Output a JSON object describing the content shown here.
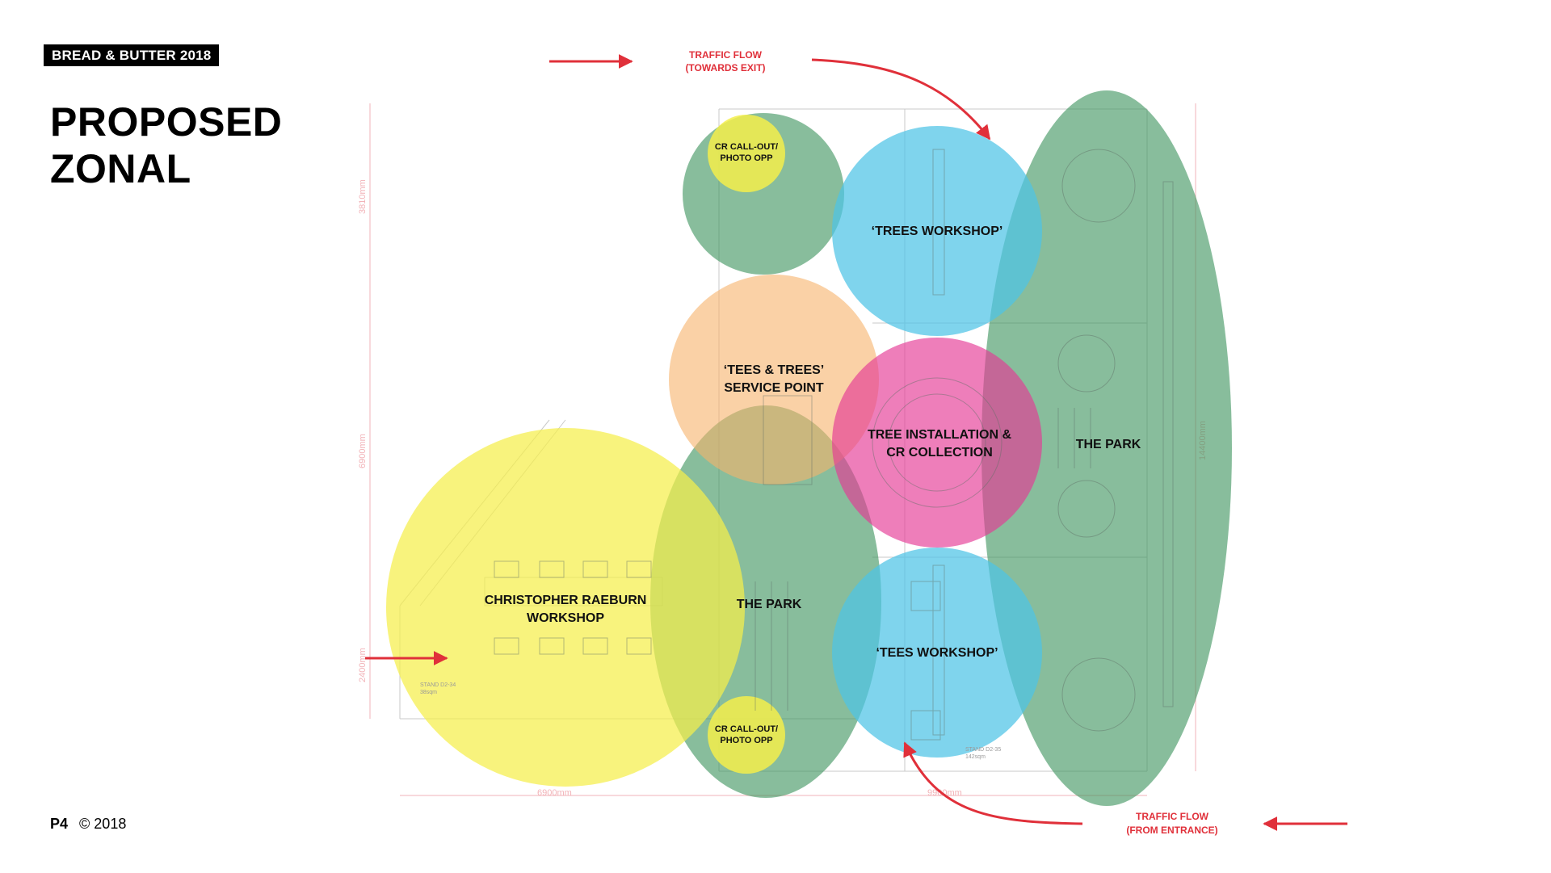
{
  "header": {
    "event_tag": "BREAD & BUTTER 2018"
  },
  "title": {
    "line1": "PROPOSED",
    "line2": "ZONAL"
  },
  "footer": {
    "page": "P4",
    "copyright": "© 2018"
  },
  "zones": {
    "cr_callout_top": {
      "line1": "CR CALL-OUT/",
      "line2": "PHOTO OPP"
    },
    "trees_workshop": {
      "label": "‘TREES WORKSHOP’"
    },
    "service_point": {
      "line1": "‘TEES & TREES’",
      "line2": "SERVICE POINT"
    },
    "tree_installation": {
      "line1": "TREE INSTALLATION &",
      "line2": "CR COLLECTION"
    },
    "park_right": {
      "label": "THE PARK"
    },
    "cr_workshop": {
      "line1": "CHRISTOPHER RAEBURN",
      "line2": "WORKSHOP"
    },
    "park_middle": {
      "label": "THE PARK"
    },
    "tees_workshop": {
      "label": "‘TEES WORKSHOP’"
    },
    "cr_callout_bottom": {
      "line1": "CR CALL-OUT/",
      "line2": "PHOTO OPP"
    }
  },
  "traffic": {
    "top": {
      "line1": "TRAFFIC FLOW",
      "line2": "(TOWARDS EXIT)"
    },
    "bottom": {
      "line1": "TRAFFIC FLOW",
      "line2": "(FROM ENTRANCE)"
    }
  },
  "dimensions": {
    "d3810": "3810mm",
    "d6900v": "6900mm",
    "d2400": "2400mm",
    "d14400": "14400mm",
    "d6900h": "6900mm",
    "d9900": "9900mm"
  },
  "stands": {
    "left_line1": "STAND D2-34",
    "left_line2": "38sqm",
    "right_line1": "STAND D2-35",
    "right_line2": "142sqm"
  },
  "colors": {
    "green": "#3f9560",
    "blue": "#4dc3e6",
    "orange": "#f6b36a",
    "magenta": "#e53995",
    "yellow": "#f5ee4b",
    "arrow": "#e0303a"
  }
}
